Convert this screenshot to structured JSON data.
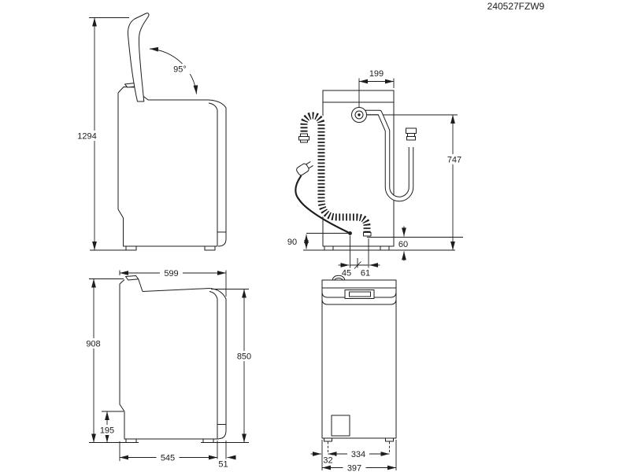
{
  "code": "240527FZW9",
  "colors": {
    "line": "#1d1d1d",
    "background": "#ffffff",
    "text": "#1c1c1c"
  },
  "views": {
    "side_lid_open": {
      "dim_total_height": "1294",
      "dim_lid_angle": "95°"
    },
    "back": {
      "dim_inlet_from_edge": "199",
      "dim_inlet_hose_height": "747",
      "dim_cord_exit_height": "90",
      "dim_drain_exit_height": "60",
      "dim_cord_offset": "45",
      "dim_drain_offset": "61"
    },
    "side_closed": {
      "dim_depth_total": "599",
      "dim_height_total": "908",
      "dim_height_body": "850",
      "dim_base_recess_height": "195",
      "dim_depth_body": "545",
      "dim_back_panel_depth": "51"
    },
    "front": {
      "dim_feet_spacing": "334",
      "dim_foot_inset": "32",
      "dim_width": "397"
    }
  }
}
